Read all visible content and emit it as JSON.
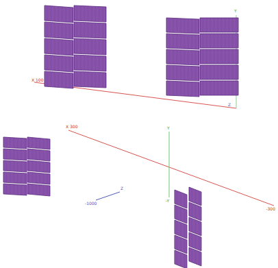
{
  "diagram": {
    "labels": [
      "X 100",
      "Y",
      "Z",
      "X 300",
      "Y",
      "-300",
      "-1000",
      "Z",
      "-Y"
    ]
  }
}
